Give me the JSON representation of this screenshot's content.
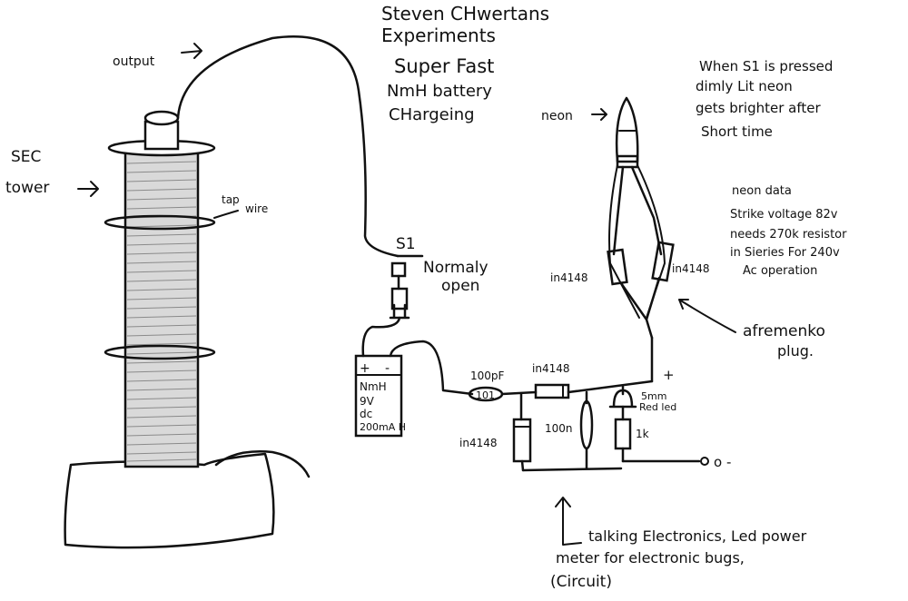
{
  "title": {
    "line1": "Steven CHwertans",
    "line2": "Experiments",
    "line3": "Super Fast",
    "line4": "NmH battery",
    "line5": "CHargeing"
  },
  "labels": {
    "output": "output",
    "sec_line1": "SEC",
    "sec_line2": "tower",
    "tap": "tap",
    "wire": "wire",
    "s1": "S1",
    "normaly": "Normaly",
    "open": "open",
    "neon": "neon",
    "battery_plus": "+",
    "battery_minus": "-",
    "battery_nmh": "NmH",
    "battery_9v": "9V",
    "battery_dc": "dc",
    "battery_cap": "200mA H",
    "cap_value": "100pF",
    "cap_code": "101",
    "diode_series": "in4148",
    "diode_shunt": "in4148",
    "diode_left": "in4148",
    "diode_right": "in4148",
    "inductor": "100n",
    "led_line1": "5mm",
    "led_line2": "Red led",
    "resistor": "1k",
    "plus_terminal": "+",
    "minus_terminal": "o -",
    "plug_line1": "afremenko",
    "plug_line2": "plug."
  },
  "notes": {
    "s1_note": [
      "When S1 is pressed",
      "dimly Lit neon",
      "gets brighter after",
      "Short time"
    ],
    "neon_data": [
      "neon data",
      "Strike voltage 82v",
      "needs 270k resistor",
      "in Sieries For 240v",
      "Ac operation"
    ],
    "circuit_note": [
      "talking Electronics, Led power",
      "meter for electronic bugs,",
      "(Circuit)"
    ]
  }
}
